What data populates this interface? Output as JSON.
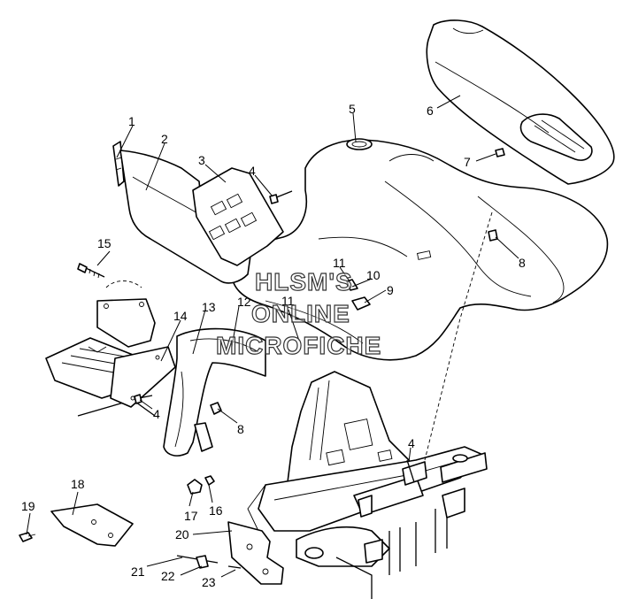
{
  "callouts": [
    {
      "id": "c1",
      "label": "1"
    },
    {
      "id": "c2",
      "label": "2"
    },
    {
      "id": "c3",
      "label": "3"
    },
    {
      "id": "c4a",
      "label": "4"
    },
    {
      "id": "c4b",
      "label": "4"
    },
    {
      "id": "c4c",
      "label": "4"
    },
    {
      "id": "c5",
      "label": "5"
    },
    {
      "id": "c6",
      "label": "6"
    },
    {
      "id": "c7",
      "label": "7"
    },
    {
      "id": "c8a",
      "label": "8"
    },
    {
      "id": "c8b",
      "label": "8"
    },
    {
      "id": "c9",
      "label": "9"
    },
    {
      "id": "c10",
      "label": "10"
    },
    {
      "id": "c11a",
      "label": "11"
    },
    {
      "id": "c11b",
      "label": "11"
    },
    {
      "id": "c12",
      "label": "12"
    },
    {
      "id": "c13",
      "label": "13"
    },
    {
      "id": "c14",
      "label": "14"
    },
    {
      "id": "c15",
      "label": "15"
    },
    {
      "id": "c16",
      "label": "16"
    },
    {
      "id": "c17",
      "label": "17"
    },
    {
      "id": "c18",
      "label": "18"
    },
    {
      "id": "c19",
      "label": "19"
    },
    {
      "id": "c20",
      "label": "20"
    },
    {
      "id": "c21",
      "label": "21"
    },
    {
      "id": "c22",
      "label": "22"
    },
    {
      "id": "c23",
      "label": "23"
    }
  ],
  "watermark": {
    "line1": "HLSM'S",
    "line2": "ONLINE",
    "line3": "MICROFICHE"
  }
}
